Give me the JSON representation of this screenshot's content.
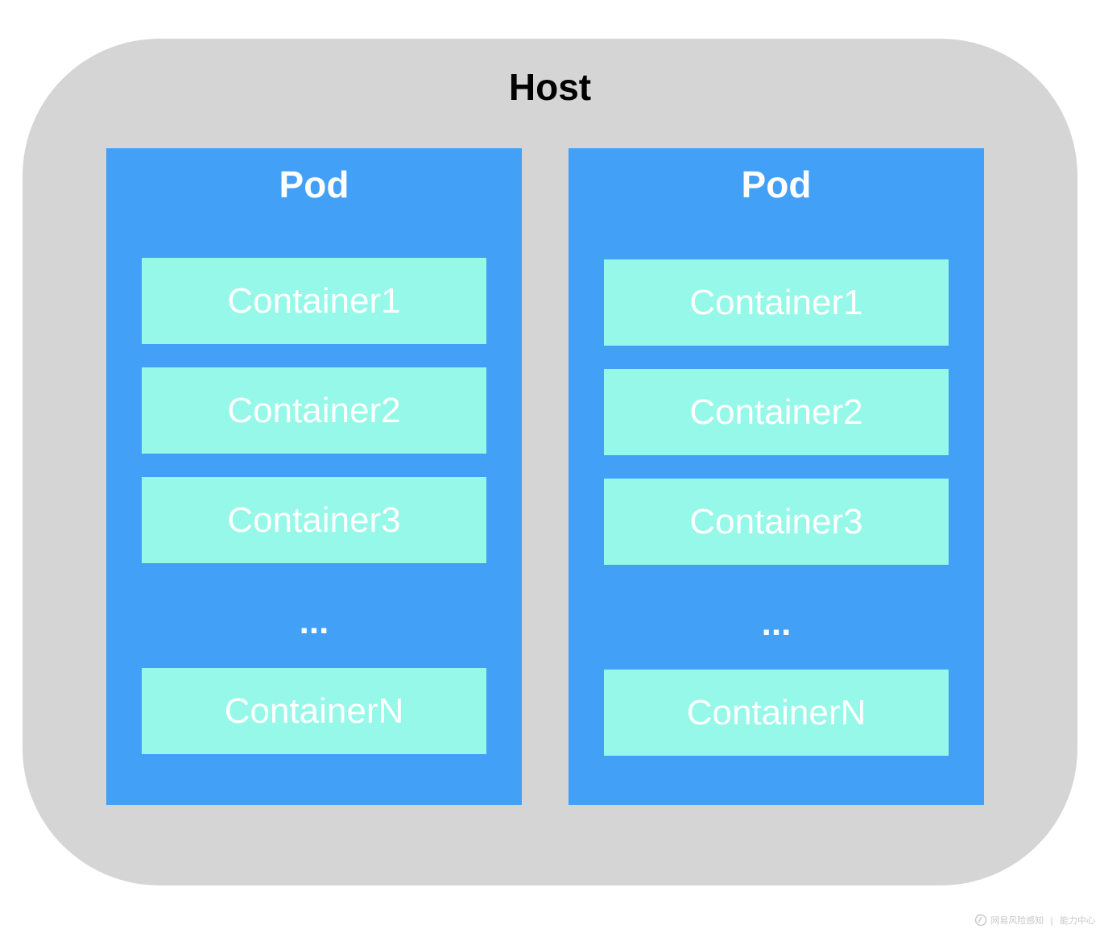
{
  "host": {
    "title": "Host"
  },
  "pods": [
    {
      "title": "Pod",
      "containers": [
        "Container1",
        "Container2",
        "Container3"
      ],
      "ellipsis": "...",
      "last_container": "ContainerN"
    },
    {
      "title": "Pod",
      "containers": [
        "Container1",
        "Container2",
        "Container3"
      ],
      "ellipsis": "...",
      "last_container": "ContainerN"
    }
  ],
  "watermark": {
    "source": "网易风险感知",
    "section": "能力中心"
  },
  "colors": {
    "host_bg": "#d5d5d5",
    "pod_bg": "#42a0f7",
    "container_bg": "#96f8e8",
    "text_light": "#ffffff",
    "text_dark": "#000000"
  }
}
